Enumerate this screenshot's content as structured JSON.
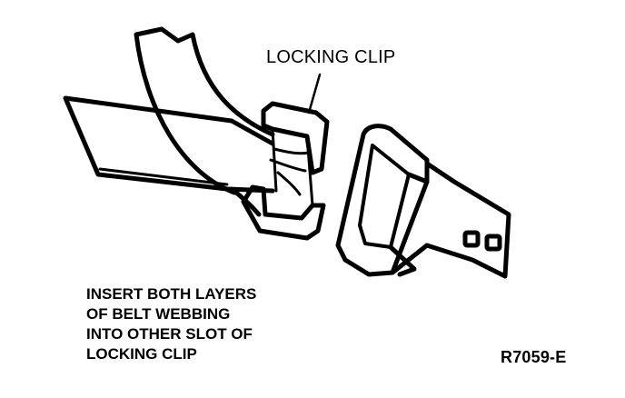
{
  "figure": {
    "callout_label": "LOCKING CLIP",
    "instruction_lines": [
      "INSERT BOTH LAYERS",
      "OF BELT WEBBING",
      "INTO OTHER SLOT OF",
      "LOCKING CLIP"
    ],
    "figure_id": "R7059-E"
  }
}
